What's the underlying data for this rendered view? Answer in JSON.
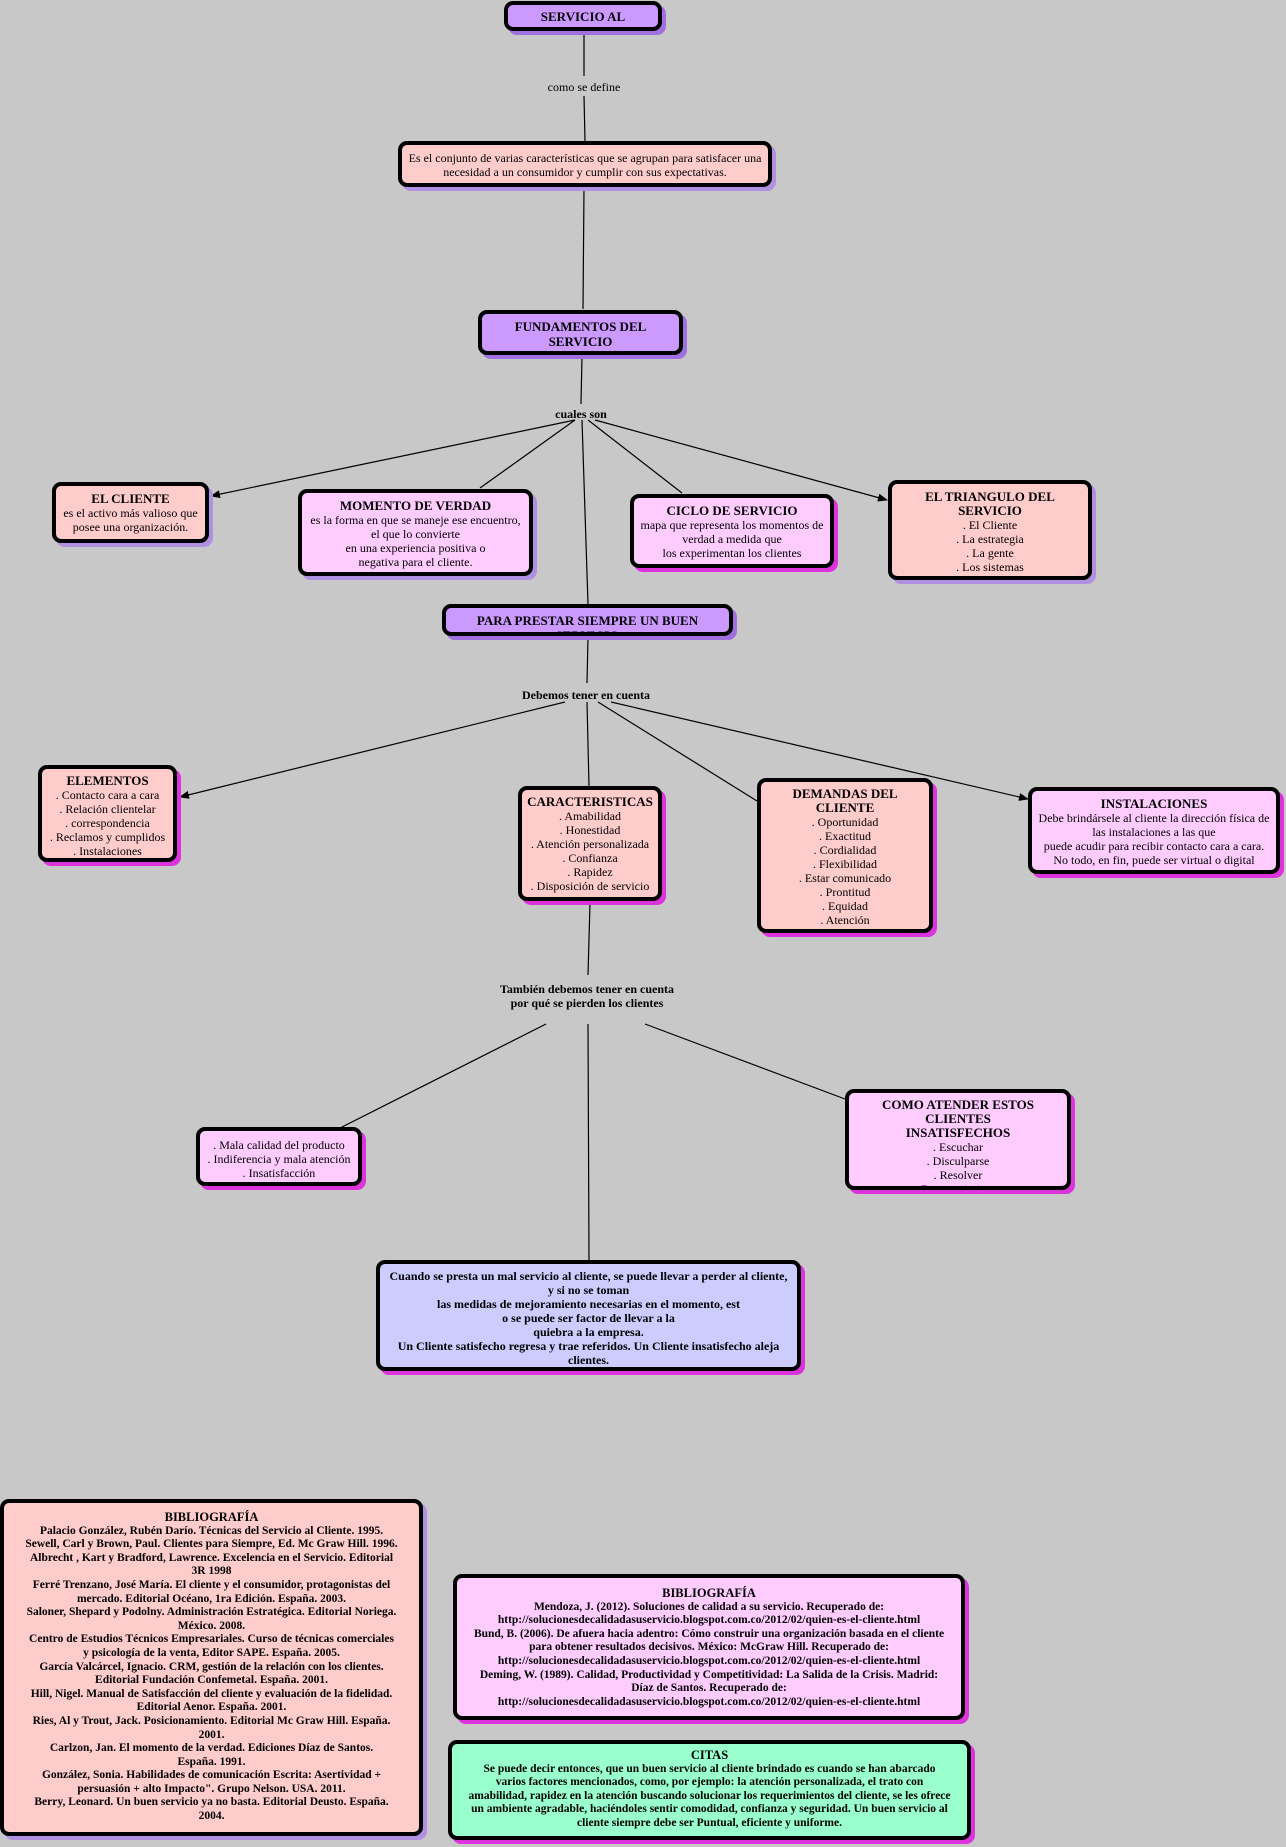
{
  "root": {
    "title": "SERVICIO AL CLIENTE"
  },
  "link_define": "como se define",
  "definition": {
    "text": "Es el conjunto de varias características que se agrupan para satisfacer una\nnecesidad a un consumidor y cumplir con sus expectativas."
  },
  "fundamentos": {
    "title": "FUNDAMENTOS DEL SERVICIO\nAL CLIENTE"
  },
  "link_cuales": "cuales son",
  "cliente": {
    "title": "EL CLIENTE",
    "text": "es el activo más valioso que\nposee una organización."
  },
  "momento": {
    "title": "MOMENTO DE VERDAD",
    "text": "es la forma en que se maneje ese encuentro,\nel que lo convierte\nen una experiencia positiva o\nnegativa para el cliente."
  },
  "ciclo": {
    "title": "CICLO DE SERVICIO",
    "text": "mapa que representa los momentos de\nverdad a medida que\nlos experimentan los clientes"
  },
  "triangulo": {
    "title": "EL TRIANGULO DEL SERVICIO",
    "text": ". El Cliente\n. La estrategia\n. La gente\n.  Los sistemas"
  },
  "prestar": {
    "title": "PARA PRESTAR SIEMPRE UN BUEN SERVICIO"
  },
  "link_debemos": "Debemos tener en cuenta",
  "elementos": {
    "title": "ELEMENTOS",
    "text": ". Contacto cara a cara\n. Relación  clientelar\n. correspondencia\n. Reclamos y cumplidos\n. Instalaciones"
  },
  "caracteristicas": {
    "title": "CARACTERISTICAS",
    "text": ". Amabilidad\n. Honestidad\n. Atención  personalizada\n. Confianza\n. Rapidez\n. Disposición  de servicio"
  },
  "demandas": {
    "title": "DEMANDAS DEL CLIENTE",
    "text": ". Oportunidad\n. Exactitud\n. Cordialidad\n. Flexibilidad\n. Estar comunicado\n. Prontitud\n. Equidad\n. Atención\n. Confiabilidad"
  },
  "instalaciones": {
    "title": "INSTALACIONES",
    "text": "Debe brindársele al cliente la dirección física de\nlas instalaciones a las que\npuede acudir para recibir contacto cara a cara.\nNo todo, en fin, puede ser virtual o digital"
  },
  "link_tambien": "También debemos tener en cuenta\npor qué se pierden los clientes",
  "perdida": {
    "text": ". Mala calidad del producto\n. Indiferencia y mala atención\n. Insatisfacción"
  },
  "atender": {
    "title": "COMO ATENDER ESTOS CLIENTES\nINSATISFECHOS",
    "text": ". Escuchar\n. Disculparse\n. Resolver\n. Dar seguimiento"
  },
  "conclusion": {
    "text": "Cuando se presta un mal servicio al cliente, se puede llevar a perder al cliente,\ny si no se toman\nlas medidas de mejoramiento necesarias en el momento, est\no se puede ser factor de llevar a la\nquiebra a la empresa.\nUn Cliente satisfecho regresa y trae referidos. Un Cliente insatisfecho aleja\nclientes."
  },
  "bib1": {
    "title": "BIBLIOGRAFÍA",
    "lines": [
      " Palacio González, Rubén Darío. Técnicas del Servicio al Cliente. 1995.",
      " Sewell, Carl y Brown, Paul. Clientes para Siempre, Ed. Mc Graw Hill. 1996.",
      " Albrecht , Kart y Bradford, Lawrence. Excelencia en el Servicio. Editorial\n3R 1998",
      " Ferré Trenzano, José María. El cliente y el consumidor, protagonistas del\nmercado. Editorial Océano, 1ra Edición. España. 2003.",
      " Saloner, Shepard y Podolny. Administración Estratégica. Editorial Noriega.\nMéxico. 2008.",
      " Centro de Estudios Técnicos Empresariales. Curso de técnicas comerciales\ny psicología de la venta, Editor SAPE. España. 2005.",
      " García Valcárcel, Ignacio. CRM, gestión de la relación con los clientes.\nEditorial Fundación Confemetal. España. 2001.",
      " Hill, Nigel. Manual de Satisfacción del cliente y evaluación de la fidelidad.\nEditorial Aenor. España. 2001.",
      " Ries, Al y Trout, Jack. Posicionamiento. Editorial Mc Graw Hill. España.\n2001.",
      " Carlzon, Jan. El momento de la verdad. Ediciones Díaz de Santos.\nEspaña. 1991.",
      " González, Sonia. Habilidades de comunicación Escrita: Asertividad +\npersuasión + alto Impacto\". Grupo Nelson. USA. 2011.",
      " Berry, Leonard. Un buen servicio ya no basta. Editorial Deusto. España.\n2004."
    ]
  },
  "bib2": {
    "title": "BIBLIOGRAFÍA",
    "lines": [
      "Mendoza, J. (2012). Soluciones de calidad a su servicio. Recuperado de:",
      "http://solucionesdecalidadasuservicio.blogspot.com.co/2012/02/quien-es-el-cliente.html",
      "Bund, B. (2006). De afuera hacia adentro: Cómo construir una organización basada en el cliente\npara obtener resultados decisivos. México: McGraw Hill. Recuperado de:",
      "http://solucionesdecalidadasuservicio.blogspot.com.co/2012/02/quien-es-el-cliente.html",
      "Deming, W. (1989). Calidad, Productividad y Competitividad: La Salida de la Crisis. Madrid:\nDíaz de Santos. Recuperado de:",
      "http://solucionesdecalidadasuservicio.blogspot.com.co/2012/02/quien-es-el-cliente.html"
    ]
  },
  "citas": {
    "title": "CITAS",
    "text": "Se puede decir entonces, que un buen servicio al cliente brindado es cuando se han abarcado\nvarios factores mencionados, como, por ejemplo: la atención personalizada, el trato con\namabilidad, rapidez en la atención buscando solucionar los requerimientos del cliente, se les ofrece\nun ambiente agradable, haciéndoles sentir comodidad, confianza y seguridad. Un buen servicio al\ncliente siempre debe ser Puntual, eficiente y uniforme."
  }
}
